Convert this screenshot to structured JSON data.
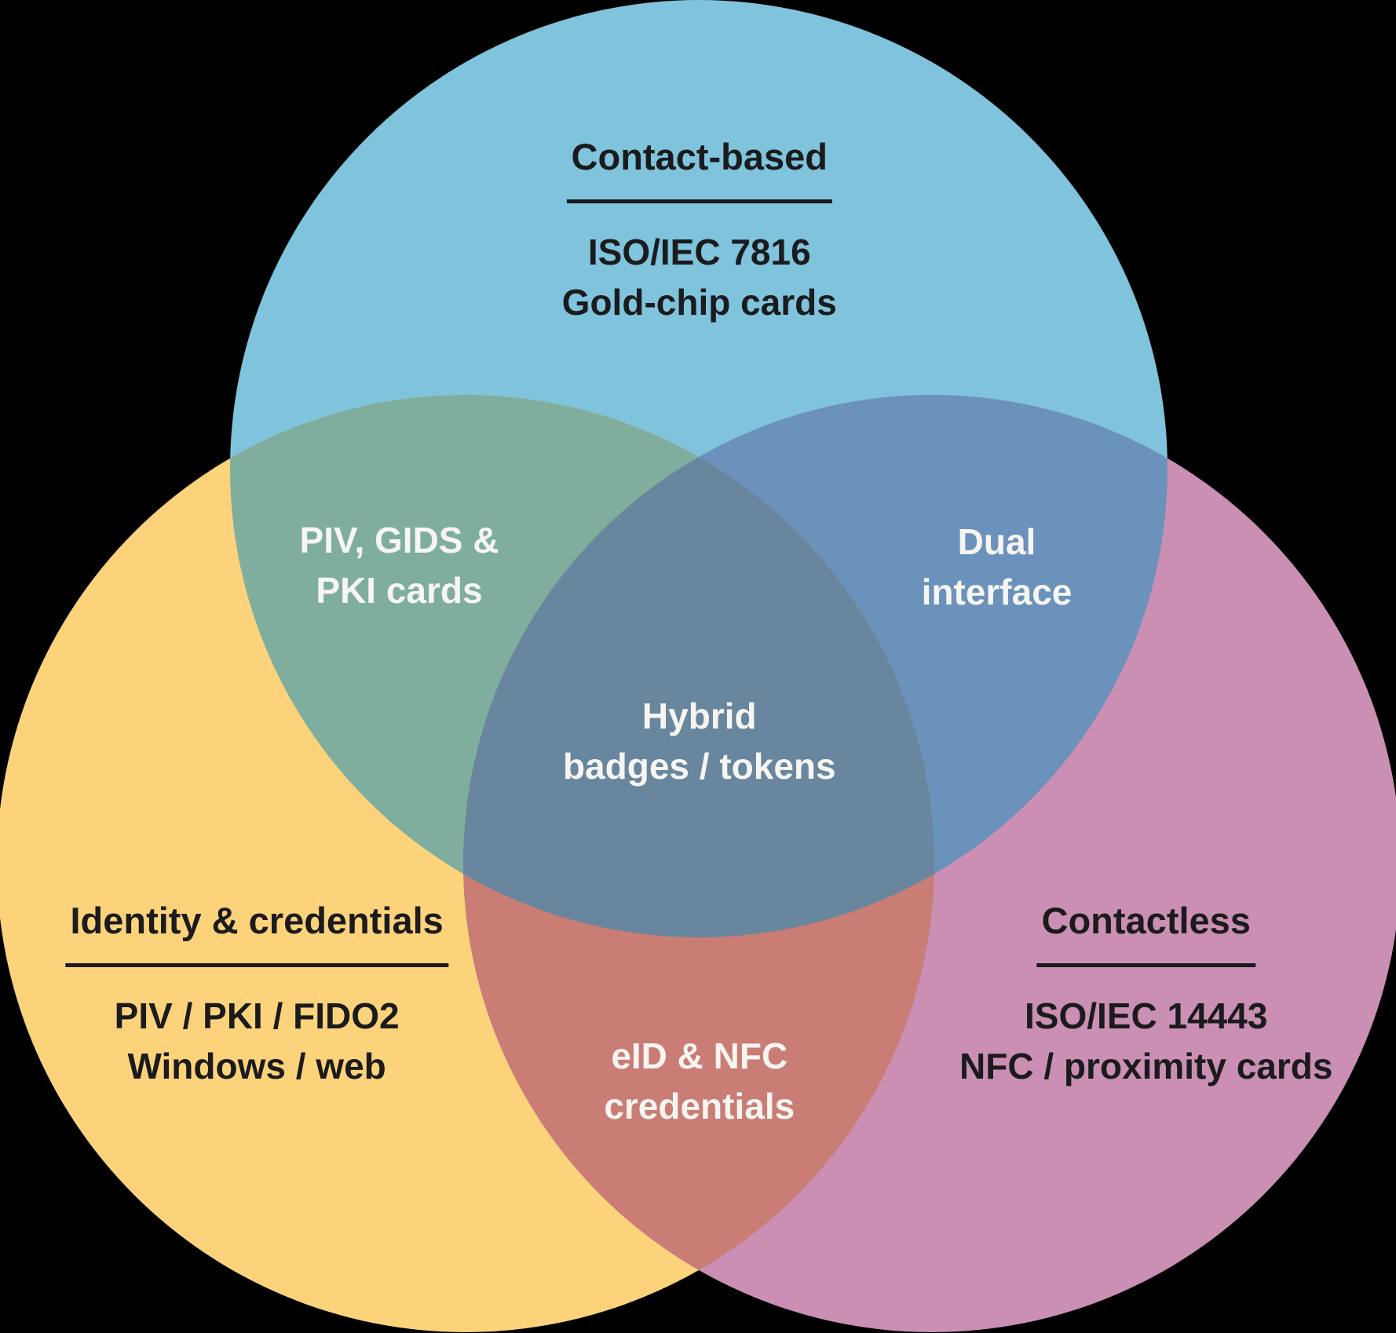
{
  "background_color": "#000000",
  "diagram": {
    "type": "venn",
    "sets": {
      "contact": {
        "title": "Contact-based",
        "lines": [
          "ISO/IEC 7816",
          "Gold-chip cards"
        ],
        "color": "#7FC3DC",
        "text_color": "#1B1B1D"
      },
      "identity": {
        "title": "Identity & credentials",
        "lines": [
          "PIV / PKI / FIDO2",
          "Windows / web"
        ],
        "color": "#FCD37A",
        "text_color": "#1B1B1D"
      },
      "contactless": {
        "title": "Contactless",
        "lines": [
          "ISO/IEC 14443",
          "NFC / proximity cards"
        ],
        "color": "#CB8FB4",
        "text_color": "#1B1B1D"
      }
    },
    "intersections": {
      "contact_identity": {
        "lines": [
          "PIV, GIDS &",
          "PKI cards"
        ],
        "color": "#7FAE9F",
        "text_color": "#F7F5F2"
      },
      "contact_contactless": {
        "lines": [
          "Dual",
          "interface"
        ],
        "color": "#6B92BB",
        "text_color": "#F7F5F2"
      },
      "identity_contactless": {
        "lines": [
          "eID & NFC",
          "credentials"
        ],
        "color": "#C97D75",
        "text_color": "#F7F5F2"
      },
      "all_three": {
        "lines": [
          "Hybrid",
          "badges / tokens"
        ],
        "color": "#68879E",
        "text_color": "#F7F5F2"
      }
    }
  }
}
